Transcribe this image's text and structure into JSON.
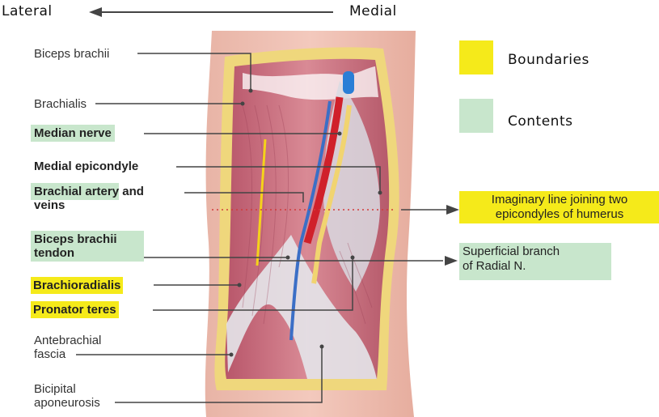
{
  "direction": {
    "lateral": "Lateral",
    "medial": "Medial"
  },
  "legend": {
    "boundaries_label": "Boundaries",
    "boundaries_color": "#f5ea1a",
    "contents_label": "Contents",
    "contents_color": "#c8e6cc"
  },
  "labels": {
    "biceps_brachii": "Biceps brachii",
    "brachialis": "Brachialis",
    "median_nerve": "Median nerve",
    "medial_epicondyle": "Medial epicondyle",
    "brachial_artery": "Brachial artery",
    "and_veins_1": "and",
    "and_veins_2": "veins",
    "biceps_tendon_1": "Biceps brachii",
    "biceps_tendon_2": "tendon",
    "brachioradialis": "Brachioradialis",
    "pronator_teres": "Pronator teres",
    "antebrachial_fascia_1": "Antebrachial",
    "antebrachial_fascia_2": "fascia",
    "bicipital_aponeurosis_1": "Bicipital",
    "bicipital_aponeurosis_2": "aponeurosis"
  },
  "notes": {
    "imaginary_line_1": "Imaginary line joining two",
    "imaginary_line_2": "epicondyles of humerus",
    "superficial_branch_1": "Superficial branch",
    "superficial_branch_2": "of Radial N."
  }
}
